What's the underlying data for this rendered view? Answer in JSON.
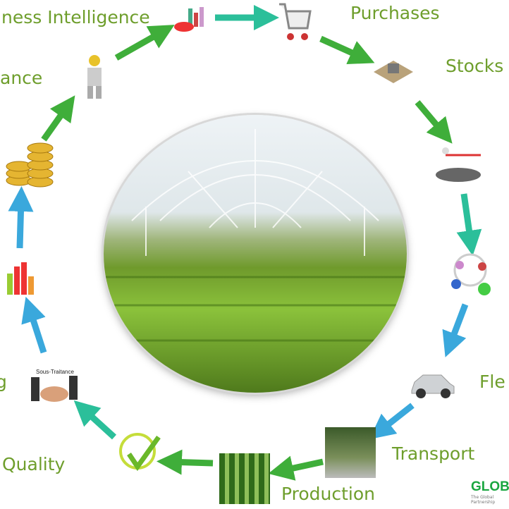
{
  "labels": {
    "business_intelligence": "ness Intelligence",
    "maintenance": "ance",
    "purchases": "Purchases",
    "stocks": "Stocks",
    "fleet": "Fle",
    "transport": "Transport",
    "production": "Production",
    "quality": "Quality",
    "subcontracting": "g"
  },
  "icon_captions": {
    "handshake": "Sous-Traitance"
  },
  "logo": {
    "name": "GLOB",
    "tagline": "The Global Partnership"
  },
  "colors": {
    "label": "#6e9e2c",
    "arrow_green": "#3fae3a",
    "arrow_teal": "#2bbf9a",
    "arrow_blue": "#3aa8dc"
  }
}
